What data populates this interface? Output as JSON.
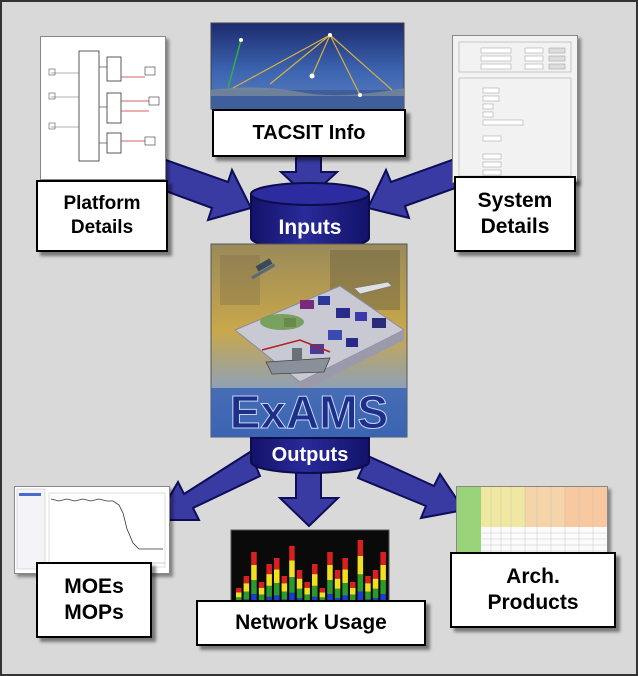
{
  "inputs_node": {
    "label": "Inputs"
  },
  "outputs_node": {
    "label": "Outputs"
  },
  "center_image": {
    "label": "ExAMS"
  },
  "input_sources": {
    "tacsit": {
      "label": "TACSIT Info"
    },
    "platform": {
      "line1": "Platform",
      "line2": "Details"
    },
    "system": {
      "line1": "System",
      "line2": "Details"
    }
  },
  "output_products": {
    "moes": {
      "line1": "MOEs",
      "line2": "MOPs"
    },
    "network": {
      "label": "Network Usage"
    },
    "arch": {
      "line1": "Arch.",
      "line2": "Products"
    }
  },
  "colors": {
    "arrow_fill": "#3a3aa3",
    "arrow_stroke": "#0d0d5a",
    "cylinder": "#1f1f8a",
    "background": "#d9d9d9"
  }
}
